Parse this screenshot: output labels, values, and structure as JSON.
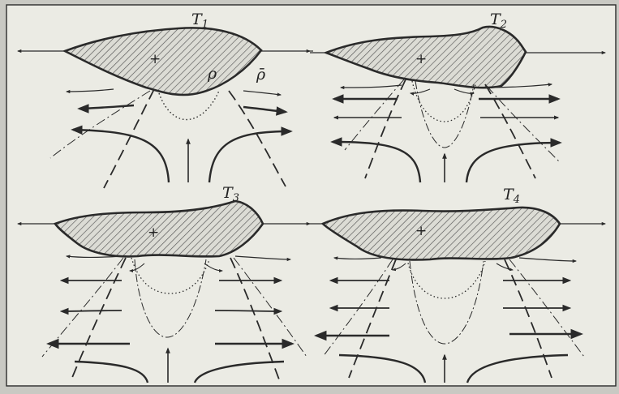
{
  "panels": [
    {
      "id": "p1",
      "title": "T",
      "subscript": "1",
      "region_label": "ρ",
      "outside_label": "ρ̄",
      "sign": "+"
    },
    {
      "id": "p2",
      "title": "T",
      "subscript": "2",
      "sign": "+"
    },
    {
      "id": "p3",
      "title": "T",
      "subscript": "3",
      "sign": "+"
    },
    {
      "id": "p4",
      "title": "T",
      "subscript": "4",
      "sign": "+"
    }
  ],
  "colors": {
    "background": "#c9c9c3",
    "paper": "#ebebe4",
    "ink": "#2a2a2a",
    "hatch": "#555555"
  }
}
